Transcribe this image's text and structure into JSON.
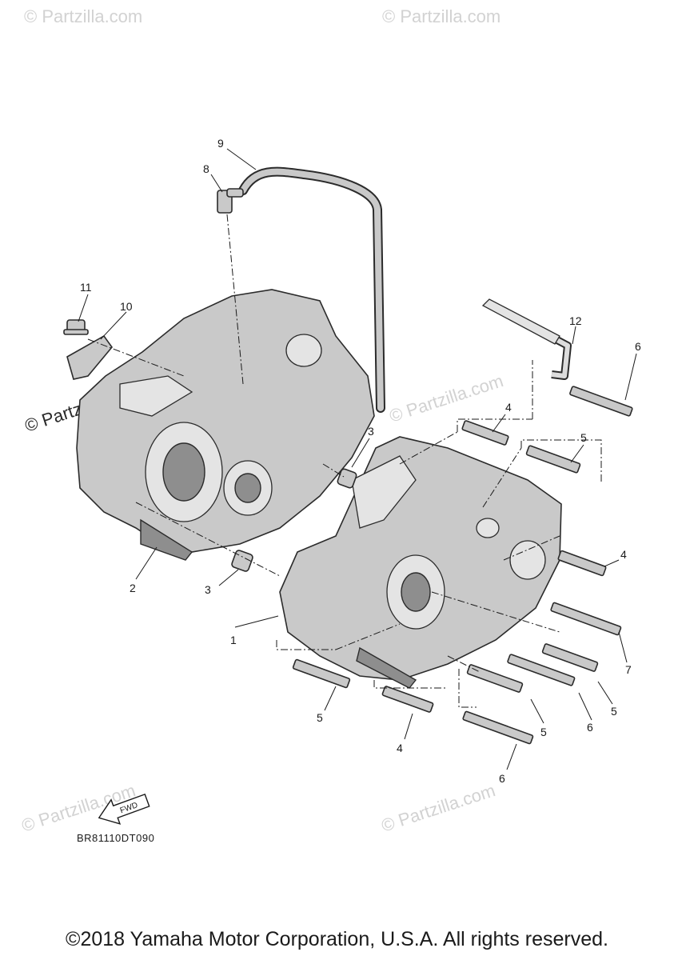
{
  "watermark": {
    "text": "© Partzilla.com"
  },
  "callouts": [
    {
      "id": "c1",
      "label": "1"
    },
    {
      "id": "c2",
      "label": "2"
    },
    {
      "id": "c3a",
      "label": "3"
    },
    {
      "id": "c3b",
      "label": "3"
    },
    {
      "id": "c4a",
      "label": "4"
    },
    {
      "id": "c4b",
      "label": "4"
    },
    {
      "id": "c4c",
      "label": "4"
    },
    {
      "id": "c5a",
      "label": "5"
    },
    {
      "id": "c5b",
      "label": "5"
    },
    {
      "id": "c5c",
      "label": "5"
    },
    {
      "id": "c5d",
      "label": "5"
    },
    {
      "id": "c6a",
      "label": "6"
    },
    {
      "id": "c6b",
      "label": "6"
    },
    {
      "id": "c6c",
      "label": "6"
    },
    {
      "id": "c7",
      "label": "7"
    },
    {
      "id": "c8",
      "label": "8"
    },
    {
      "id": "c9",
      "label": "9"
    },
    {
      "id": "c10",
      "label": "10"
    },
    {
      "id": "c11",
      "label": "11"
    },
    {
      "id": "c12",
      "label": "12"
    }
  ],
  "fwd_label": "FWD",
  "diagram_code": "BR81110DT090",
  "copyright": "©2018 Yamaha Motor Corporation, U.S.A. All rights reserved."
}
